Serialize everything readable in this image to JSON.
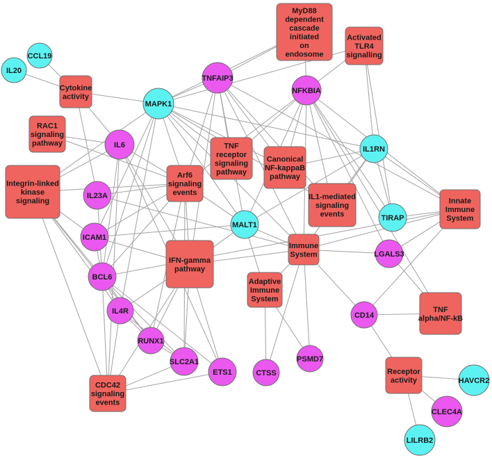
{
  "colors": {
    "pathway_fill": "#f0645f",
    "pink_gene": "#ea58ef",
    "cyan_gene": "#5cf2f2",
    "edge": "#a8a8a8",
    "background": "#ffffff"
  },
  "nodes": [
    {
      "id": "ccl19",
      "kind": "cyan",
      "lines": [
        "CCL19"
      ]
    },
    {
      "id": "il20",
      "kind": "cyan",
      "lines": [
        "IL20"
      ]
    },
    {
      "id": "cytokine",
      "kind": "pathway",
      "lines": [
        "Cytokine",
        "activity"
      ]
    },
    {
      "id": "myd88",
      "kind": "pathway",
      "lines": [
        "MyD88",
        "dependent",
        "cascade",
        "initiated",
        "on",
        "endosome"
      ]
    },
    {
      "id": "tlr4",
      "kind": "pathway",
      "lines": [
        "Activated",
        "TLR4",
        "signalling"
      ]
    },
    {
      "id": "tnfaip3",
      "kind": "pink",
      "lines": [
        "TNFAIP3"
      ]
    },
    {
      "id": "nfkbia",
      "kind": "pink",
      "lines": [
        "NFKBIA"
      ]
    },
    {
      "id": "mapk1",
      "kind": "cyan",
      "lines": [
        "MAPK1"
      ]
    },
    {
      "id": "rac1",
      "kind": "pathway",
      "lines": [
        "RAC1",
        "signaling",
        "pathway"
      ]
    },
    {
      "id": "il6",
      "kind": "pink",
      "lines": [
        "IL6"
      ]
    },
    {
      "id": "tnfrec",
      "kind": "pathway",
      "lines": [
        "TNF",
        "receptor",
        "signaling",
        "pathway"
      ]
    },
    {
      "id": "canonical",
      "kind": "pathway",
      "lines": [
        "Canonical",
        "NF-kappaB",
        "pathway"
      ]
    },
    {
      "id": "il1rn",
      "kind": "cyan",
      "lines": [
        "IL1RN"
      ]
    },
    {
      "id": "integrin",
      "kind": "pathway",
      "lines": [
        "Integrin-linked",
        "kinase",
        "signaling"
      ]
    },
    {
      "id": "arf6",
      "kind": "pathway",
      "lines": [
        "Arf6",
        "signaling",
        "events"
      ]
    },
    {
      "id": "il23a",
      "kind": "pink",
      "lines": [
        "IL23A"
      ]
    },
    {
      "id": "il1med",
      "kind": "pathway",
      "lines": [
        "IL1-mediated",
        "signaling",
        "events"
      ]
    },
    {
      "id": "innate",
      "kind": "pathway",
      "lines": [
        "Innate",
        "Immune",
        "System"
      ]
    },
    {
      "id": "tirap",
      "kind": "cyan",
      "lines": [
        "TIRAP"
      ]
    },
    {
      "id": "malt1",
      "kind": "cyan",
      "lines": [
        "MALT1"
      ]
    },
    {
      "id": "icam1",
      "kind": "pink",
      "lines": [
        "ICAM1"
      ]
    },
    {
      "id": "immune",
      "kind": "pathway",
      "lines": [
        "Immune",
        "System"
      ]
    },
    {
      "id": "lgals3",
      "kind": "pink",
      "lines": [
        "LGALS3"
      ]
    },
    {
      "id": "ifng",
      "kind": "pathway",
      "lines": [
        "IFN-gamma",
        "pathway"
      ]
    },
    {
      "id": "bcl6",
      "kind": "pink",
      "lines": [
        "BCL6"
      ]
    },
    {
      "id": "adaptive",
      "kind": "pathway",
      "lines": [
        "Adaptive",
        "Immune",
        "System"
      ]
    },
    {
      "id": "il4r",
      "kind": "pink",
      "lines": [
        "IL4R"
      ]
    },
    {
      "id": "cd14",
      "kind": "pink",
      "lines": [
        "CD14"
      ]
    },
    {
      "id": "tnfa",
      "kind": "pathway",
      "lines": [
        "TNF",
        "alpha/NF-kB"
      ]
    },
    {
      "id": "runx1",
      "kind": "pink",
      "lines": [
        "RUNX1"
      ]
    },
    {
      "id": "psmd7",
      "kind": "pink",
      "lines": [
        "PSMD7"
      ]
    },
    {
      "id": "slc2a1",
      "kind": "pink",
      "lines": [
        "SLC2A1"
      ]
    },
    {
      "id": "ets1",
      "kind": "pink",
      "lines": [
        "ETS1"
      ]
    },
    {
      "id": "ctss",
      "kind": "pink",
      "lines": [
        "CTSS"
      ]
    },
    {
      "id": "receptor",
      "kind": "pathway",
      "lines": [
        "Receptor",
        "activity"
      ]
    },
    {
      "id": "havcr2",
      "kind": "cyan",
      "lines": [
        "HAVCR2"
      ]
    },
    {
      "id": "cdc42",
      "kind": "pathway",
      "lines": [
        "CDC42",
        "signaling",
        "events"
      ]
    },
    {
      "id": "clec4a",
      "kind": "pink",
      "lines": [
        "CLEC4A"
      ]
    },
    {
      "id": "lilrb2",
      "kind": "cyan",
      "lines": [
        "LILRB2"
      ]
    }
  ],
  "edges": [
    [
      "ccl19",
      "cytokine"
    ],
    [
      "il20",
      "cytokine"
    ],
    [
      "cytokine",
      "mapk1"
    ],
    [
      "cytokine",
      "il6"
    ],
    [
      "cytokine",
      "il23a"
    ],
    [
      "mapk1",
      "tnfaip3"
    ],
    [
      "mapk1",
      "myd88"
    ],
    [
      "mapk1",
      "tlr4"
    ],
    [
      "mapk1",
      "il1rn"
    ],
    [
      "mapk1",
      "tnfrec"
    ],
    [
      "mapk1",
      "canonical"
    ],
    [
      "mapk1",
      "arf6"
    ],
    [
      "mapk1",
      "il1med"
    ],
    [
      "mapk1",
      "immune"
    ],
    [
      "mapk1",
      "malt1"
    ],
    [
      "mapk1",
      "integrin"
    ],
    [
      "mapk1",
      "icam1"
    ],
    [
      "mapk1",
      "bcl6"
    ],
    [
      "mapk1",
      "il4r"
    ],
    [
      "tnfaip3",
      "myd88"
    ],
    [
      "tnfaip3",
      "tnfrec"
    ],
    [
      "tnfaip3",
      "canonical"
    ],
    [
      "tnfaip3",
      "arf6"
    ],
    [
      "tnfaip3",
      "il1med"
    ],
    [
      "tnfaip3",
      "malt1"
    ],
    [
      "tnfaip3",
      "innate"
    ],
    [
      "tnfaip3",
      "ifng"
    ],
    [
      "tnfaip3",
      "immune"
    ],
    [
      "nfkbia",
      "myd88"
    ],
    [
      "nfkbia",
      "tlr4"
    ],
    [
      "nfkbia",
      "tnfrec"
    ],
    [
      "nfkbia",
      "canonical"
    ],
    [
      "nfkbia",
      "il1med"
    ],
    [
      "nfkbia",
      "innate"
    ],
    [
      "nfkbia",
      "immune"
    ],
    [
      "nfkbia",
      "malt1"
    ],
    [
      "nfkbia",
      "tirap"
    ],
    [
      "nfkbia",
      "arf6"
    ],
    [
      "nfkbia",
      "lgals3"
    ],
    [
      "nfkbia",
      "tnfa"
    ],
    [
      "tlr4",
      "il1rn"
    ],
    [
      "tlr4",
      "tirap"
    ],
    [
      "il1rn",
      "il1med"
    ],
    [
      "il1rn",
      "innate"
    ],
    [
      "il1rn",
      "canonical"
    ],
    [
      "il1rn",
      "malt1"
    ],
    [
      "il1rn",
      "immune"
    ],
    [
      "il1rn",
      "tirap"
    ],
    [
      "rac1",
      "il6"
    ],
    [
      "rac1",
      "arf6"
    ],
    [
      "il6",
      "integrin"
    ],
    [
      "il6",
      "ifng"
    ],
    [
      "il6",
      "cdc42"
    ],
    [
      "il6",
      "bcl6"
    ],
    [
      "il6",
      "arf6"
    ],
    [
      "integrin",
      "arf6"
    ],
    [
      "integrin",
      "icam1"
    ],
    [
      "integrin",
      "bcl6"
    ],
    [
      "integrin",
      "il4r"
    ],
    [
      "integrin",
      "cdc42"
    ],
    [
      "integrin",
      "runx1"
    ],
    [
      "arf6",
      "il23a"
    ],
    [
      "arf6",
      "icam1"
    ],
    [
      "arf6",
      "bcl6"
    ],
    [
      "arf6",
      "ifng"
    ],
    [
      "arf6",
      "slc2a1"
    ],
    [
      "arf6",
      "runx1"
    ],
    [
      "arf6",
      "malt1"
    ],
    [
      "il23a",
      "bcl6"
    ],
    [
      "il23a",
      "immune"
    ],
    [
      "icam1",
      "bcl6"
    ],
    [
      "icam1",
      "malt1"
    ],
    [
      "icam1",
      "ifng"
    ],
    [
      "bcl6",
      "il4r"
    ],
    [
      "bcl6",
      "runx1"
    ],
    [
      "bcl6",
      "slc2a1"
    ],
    [
      "bcl6",
      "cdc42"
    ],
    [
      "bcl6",
      "ets1"
    ],
    [
      "bcl6",
      "innate"
    ],
    [
      "ifng",
      "immune"
    ],
    [
      "ifng",
      "slc2a1"
    ],
    [
      "ifng",
      "ets1"
    ],
    [
      "ifng",
      "runx1"
    ],
    [
      "ifng",
      "cdc42"
    ],
    [
      "ifng",
      "il4r"
    ],
    [
      "malt1",
      "immune"
    ],
    [
      "malt1",
      "adaptive"
    ],
    [
      "malt1",
      "ifng"
    ],
    [
      "immune",
      "lgals3"
    ],
    [
      "immune",
      "innate"
    ],
    [
      "immune",
      "psmd7"
    ],
    [
      "immune",
      "ctss"
    ],
    [
      "immune",
      "adaptive"
    ],
    [
      "immune",
      "cd14"
    ],
    [
      "innate",
      "lgals3"
    ],
    [
      "innate",
      "cd14"
    ],
    [
      "innate",
      "tirap"
    ],
    [
      "lgals3",
      "tnfa"
    ],
    [
      "adaptive",
      "ctss"
    ],
    [
      "adaptive",
      "psmd7"
    ],
    [
      "cd14",
      "receptor"
    ],
    [
      "cd14",
      "tnfa"
    ],
    [
      "receptor",
      "havcr2"
    ],
    [
      "receptor",
      "clec4a"
    ],
    [
      "receptor",
      "lilrb2"
    ],
    [
      "cdc42",
      "slc2a1"
    ],
    [
      "cdc42",
      "ets1"
    ],
    [
      "cdc42",
      "il4r"
    ],
    [
      "il4r",
      "slc2a1"
    ],
    [
      "il4r",
      "runx1"
    ],
    [
      "slc2a1",
      "runx1"
    ],
    [
      "ets1",
      "il6"
    ]
  ]
}
